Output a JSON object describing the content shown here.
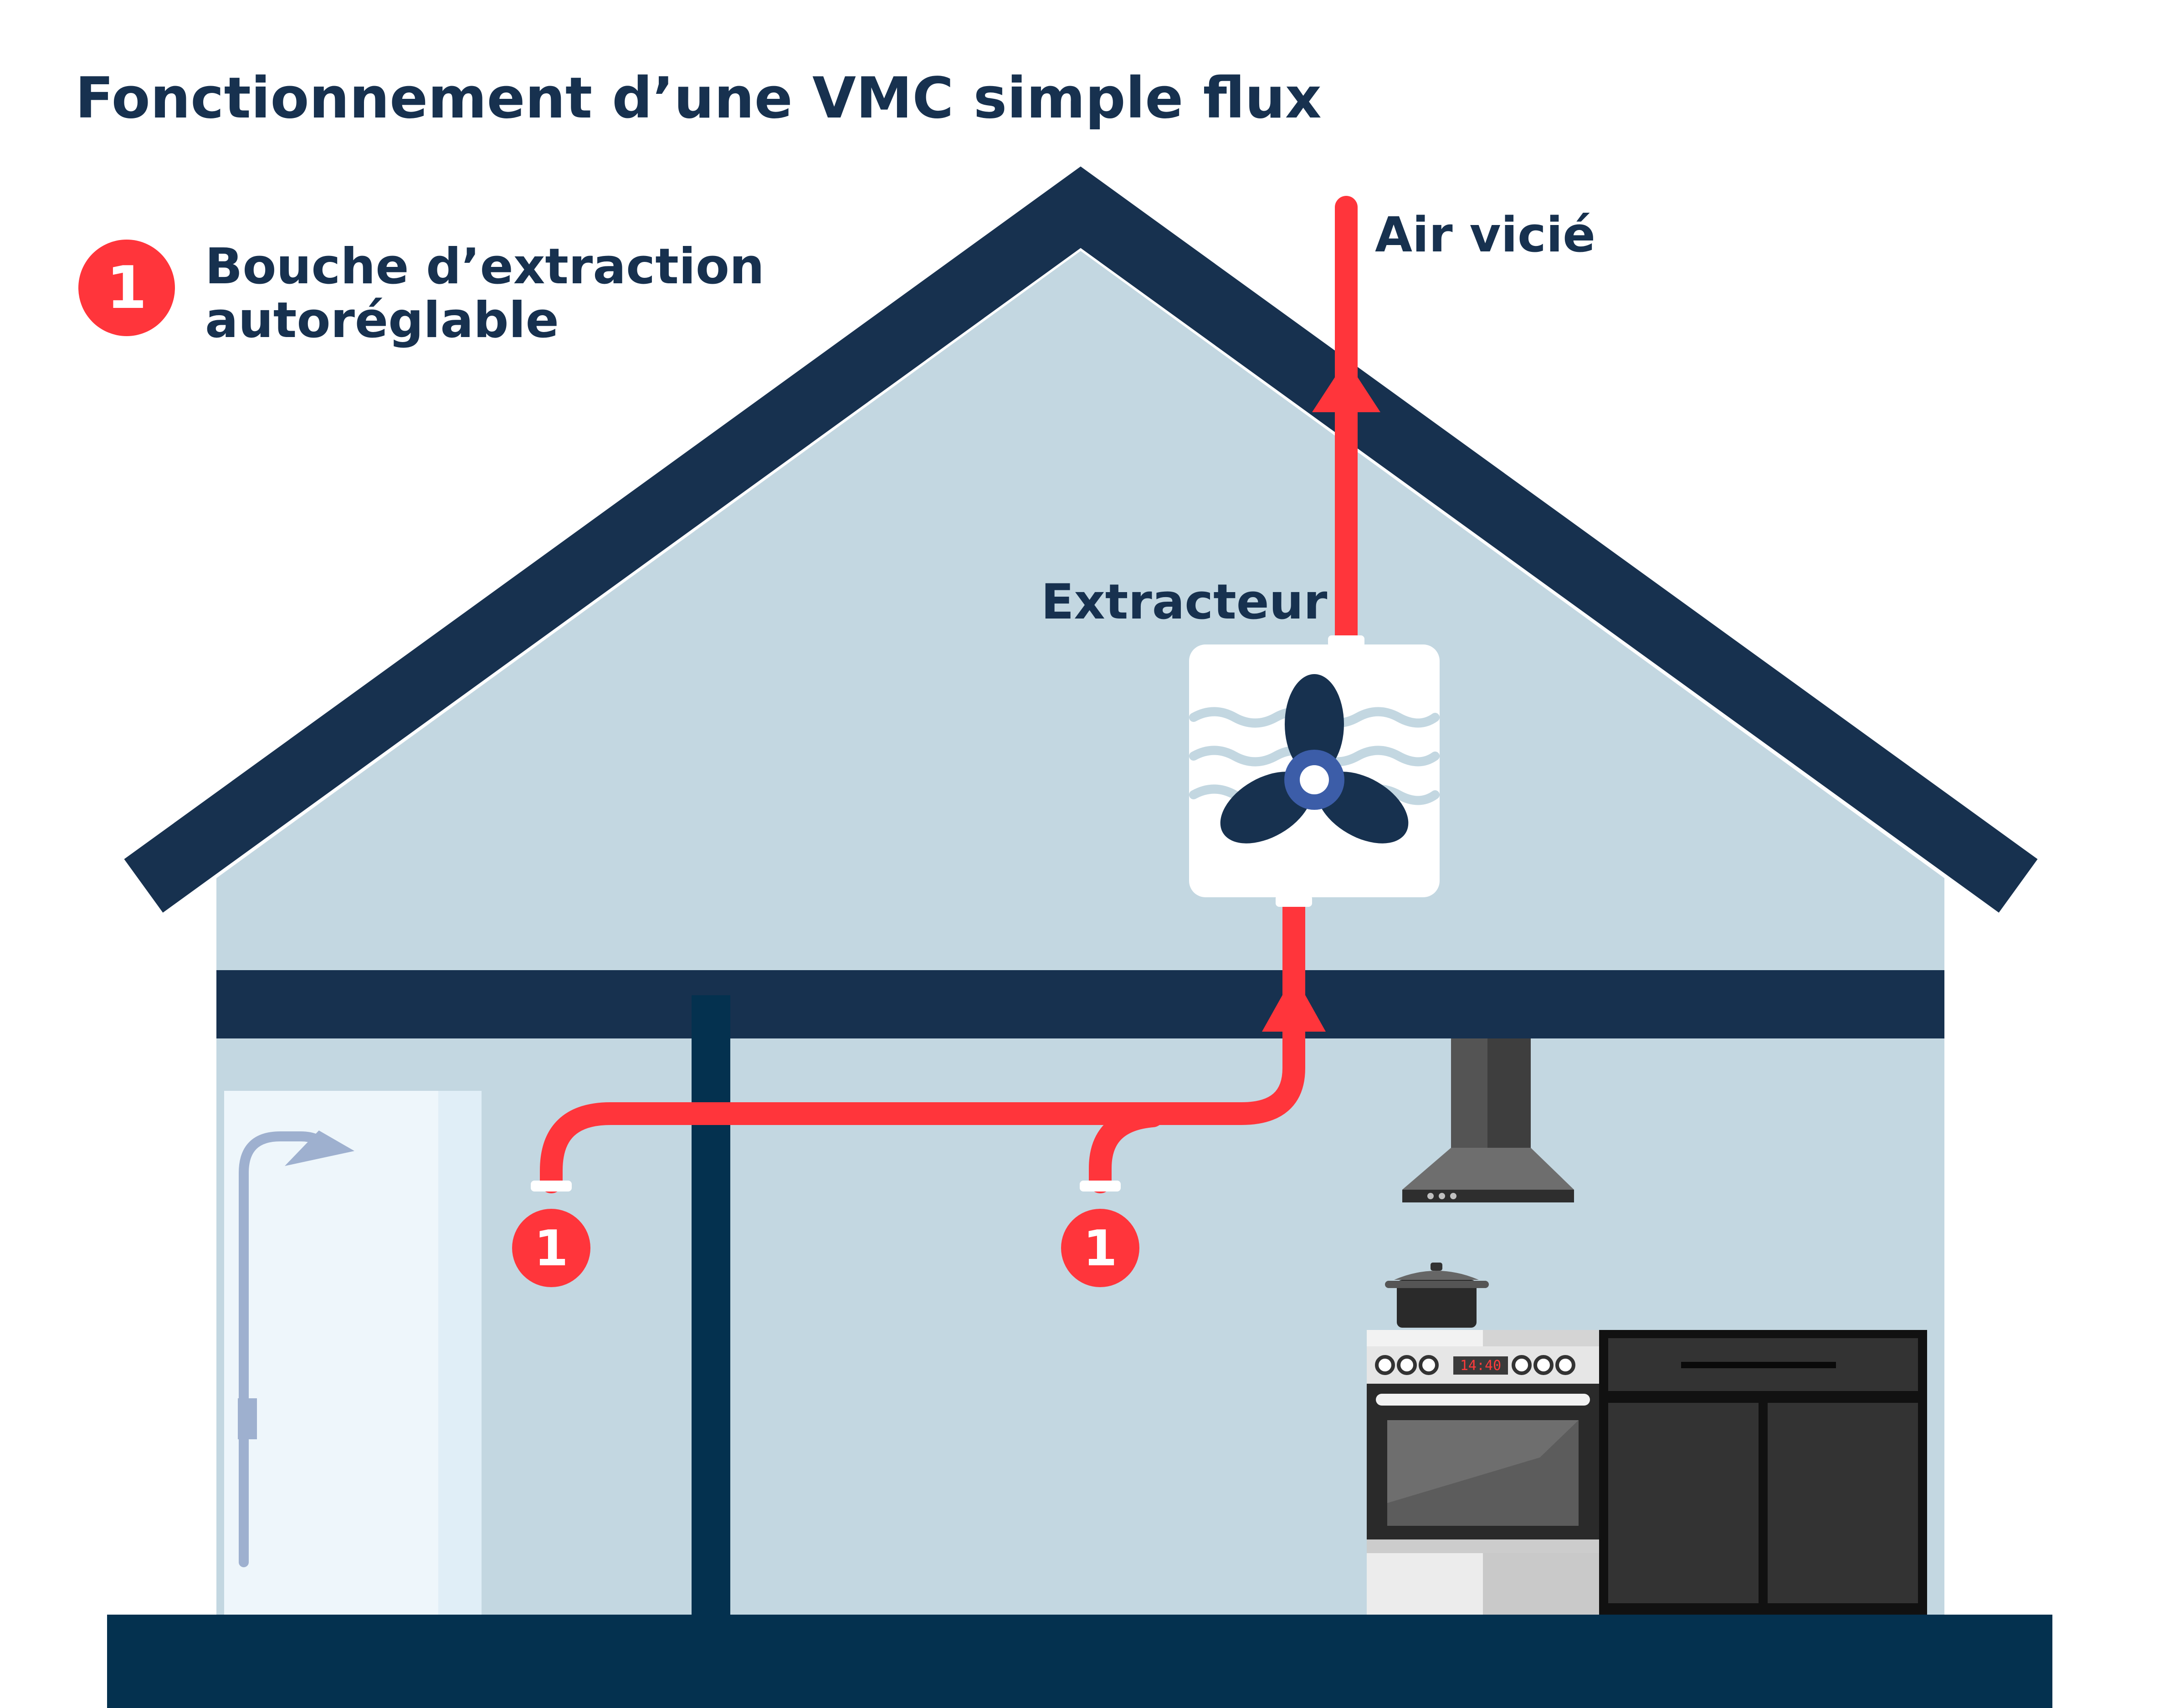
{
  "title": "Fonctionnement d’une VMC simple flux",
  "legend": {
    "number": "1",
    "line1": "Bouche d’extraction",
    "line2": "autoréglable"
  },
  "labels": {
    "extractor": "Extracteur",
    "exhaust_air": "Air vicié"
  },
  "vents": [
    {
      "number": "1"
    },
    {
      "number": "1"
    }
  ],
  "oven_clock": "14:40",
  "colors": {
    "navy": "#17314f",
    "wall": "#c3d7e1",
    "duct_red": "#ff353b",
    "fan_white": "#ffffff",
    "fan_hub_blue": "#3c5da8",
    "kitchen_dark": "#333333"
  },
  "icons": [
    "fan-icon",
    "shower-icon",
    "cooking-pot-icon",
    "range-hood-icon",
    "oven-icon",
    "kitchen-cabinet-icon"
  ]
}
